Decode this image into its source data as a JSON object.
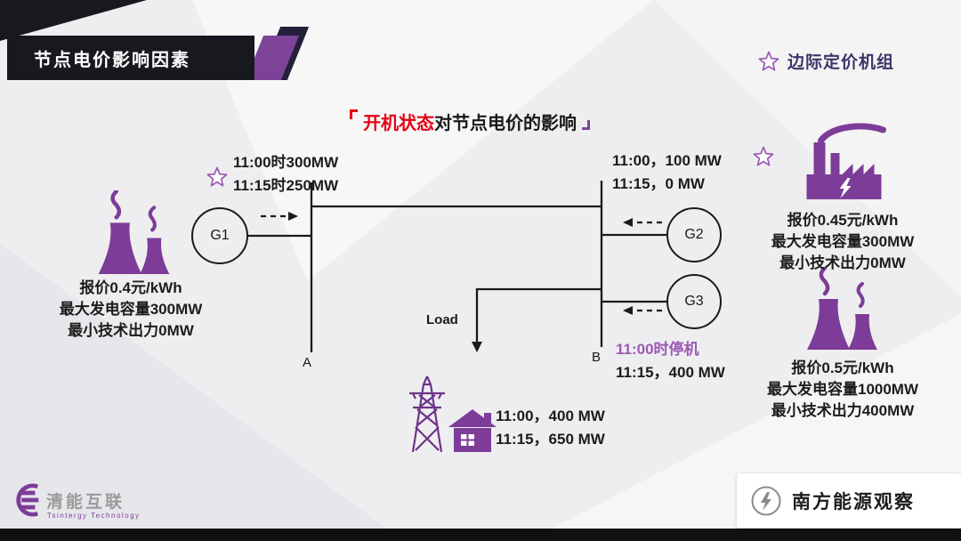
{
  "header": {
    "title": "节点电价影响因素"
  },
  "legend": {
    "label": "边际定价机组"
  },
  "title": {
    "highlight": "开机状态",
    "rest": "对节点电价的影响"
  },
  "diagram": {
    "generators": {
      "g1": "G1",
      "g2": "G2",
      "g3": "G3"
    },
    "bus_a": "A",
    "bus_b": "B",
    "load_label": "Load",
    "g1_schedule": {
      "line1": "11:00时300MW",
      "line2": "11:15时250MW"
    },
    "g2_schedule": {
      "line1": "11:00，100 MW",
      "line2": "11:15，0 MW"
    },
    "g3_schedule": {
      "line1": "11:00时停机",
      "line2": "11:15，400 MW"
    },
    "load_schedule": {
      "line1": "11:00，400 MW",
      "line2": "11:15，650 MW"
    },
    "plant_left": {
      "line1": "报价0.4元/kWh",
      "line2": "最大发电容量300MW",
      "line3": "最小技术出力0MW"
    },
    "plant_top_right": {
      "line1": "报价0.45元/kWh",
      "line2": "最大发电容量300MW",
      "line3": "最小技术出力0MW"
    },
    "plant_bottom_right": {
      "line1": "报价0.5元/kWh",
      "line2": "最大发电容量1000MW",
      "line3": "最小技术出力400MW"
    }
  },
  "footer": {
    "logo_name": "清能互联",
    "logo_sub": "Tsintergy  Technology",
    "watermark": "南方能源观察"
  },
  "colors": {
    "accent_purple": "#7d3c98",
    "light_purple": "#9b59b6",
    "highlight_red": "#e60012",
    "dark": "#18181f"
  }
}
